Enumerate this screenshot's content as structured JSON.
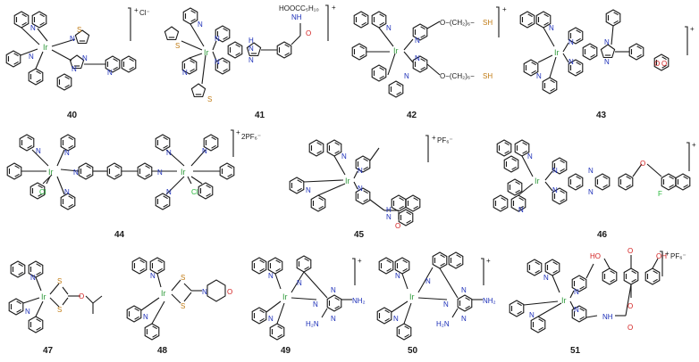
{
  "colors": {
    "iridium": "#2e9a3a",
    "nitrogen": "#1c2fb8",
    "sulfur": "#c07a12",
    "oxygen": "#d21f1f",
    "halogen": "#27b83a"
  },
  "labels": {
    "metal": "Ir",
    "nitrogen": "N",
    "sulfur": "S",
    "oxygen": "O",
    "chlorine": "Cl",
    "fluorine": "F",
    "nh": "NH",
    "h": "H",
    "nh2": "NH₂",
    "h2n": "H₂N",
    "oh": "OH",
    "ho": "HO",
    "sh": "SH",
    "plus": "+",
    "chloride": "Cl⁻",
    "pf6": "PF₆⁻",
    "two_pf6": "2PF₆⁻",
    "acid_chain": "HOOCC₅H₁₀",
    "ether_chain": "O−(CH₂)₆−"
  },
  "compounds": [
    "40",
    "41",
    "42",
    "43",
    "44",
    "45",
    "46",
    "47",
    "48",
    "49",
    "50",
    "51"
  ]
}
